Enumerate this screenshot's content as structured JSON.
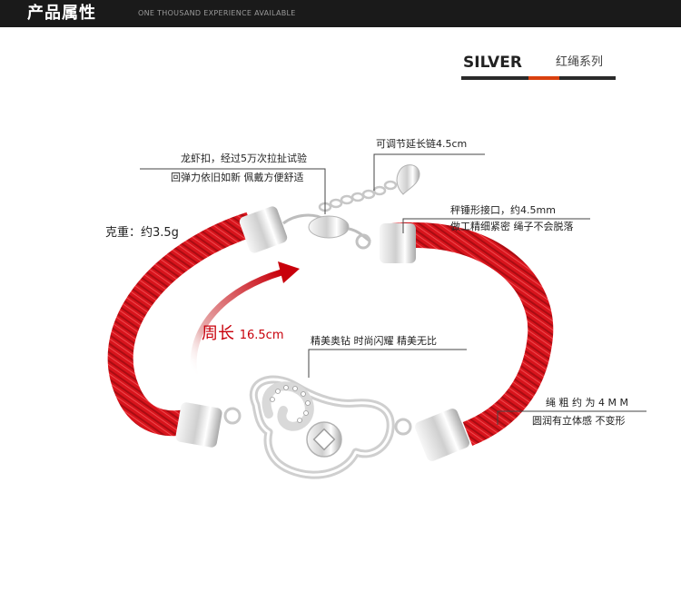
{
  "header": {
    "title": "产品属性",
    "subtitle": "ONE THOUSAND EXPERIENCE AVAILABLE"
  },
  "brand": {
    "name": "SILVER",
    "series": "红绳系列",
    "accent_color": "#d9400e"
  },
  "annotations": {
    "clasp_line1": "龙虾扣，经过5万次拉扯试验",
    "clasp_line2": "回弹力依旧如新 佩戴方便舒适",
    "extension": "可调节延长链4.5cm",
    "joint_line1": "秤锤形接口，约4.5mm",
    "joint_line2": "做工精细紧密  绳子不会脱落",
    "weight": "克重：约3.5g",
    "circumference_label": "周长",
    "circumference_value": "16.5cm",
    "zircon": "精美奥钻 时尚闪耀 精美无比",
    "rope_line1": "绳 粗 约 为 4 M M",
    "rope_line2": "圆润有立体感 不变形"
  },
  "colors": {
    "rope": "#d8141c",
    "circumference_text": "#c8000b",
    "metal": "#d6d6d6"
  }
}
